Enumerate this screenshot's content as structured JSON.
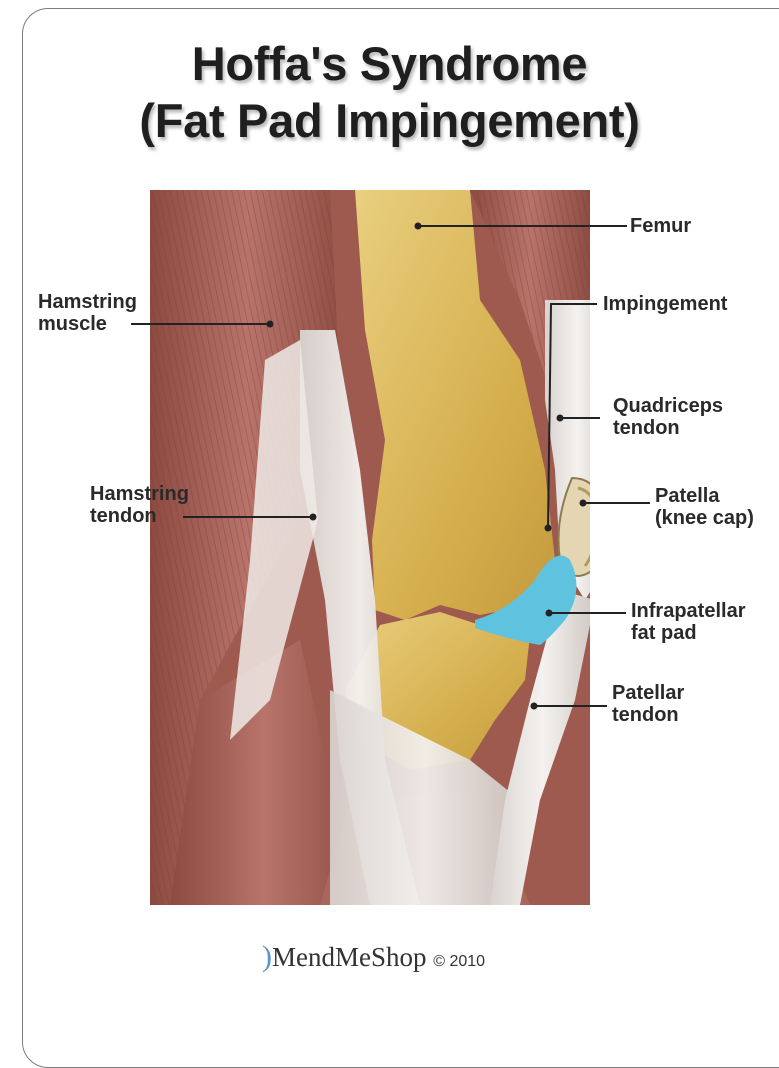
{
  "title": {
    "line1": "Hoffa's Syndrome",
    "line2": "(Fat Pad Impingement)"
  },
  "labels": {
    "femur": "Femur",
    "hamstring_muscle_1": "Hamstring",
    "hamstring_muscle_2": "muscle",
    "impingement": "Impingement",
    "quadriceps_tendon_1": "Quadriceps",
    "quadriceps_tendon_2": "tendon",
    "hamstring_tendon_1": "Hamstring",
    "hamstring_tendon_2": "tendon",
    "patella_1": "Patella",
    "patella_2": "(knee cap)",
    "fat_pad_1": "Infrapatellar",
    "fat_pad_2": "fat pad",
    "patellar_tendon_1": "Patellar",
    "patellar_tendon_2": "tendon"
  },
  "brand": {
    "name": "MendMeShop",
    "copyright": "© 2010",
    "logo_icon": "swoosh-logo-icon"
  },
  "colors": {
    "muscle": "#a85f52",
    "bone": "#d9b75a",
    "tendon": "#e6e2de",
    "fat_pad": "#5fc3df"
  }
}
